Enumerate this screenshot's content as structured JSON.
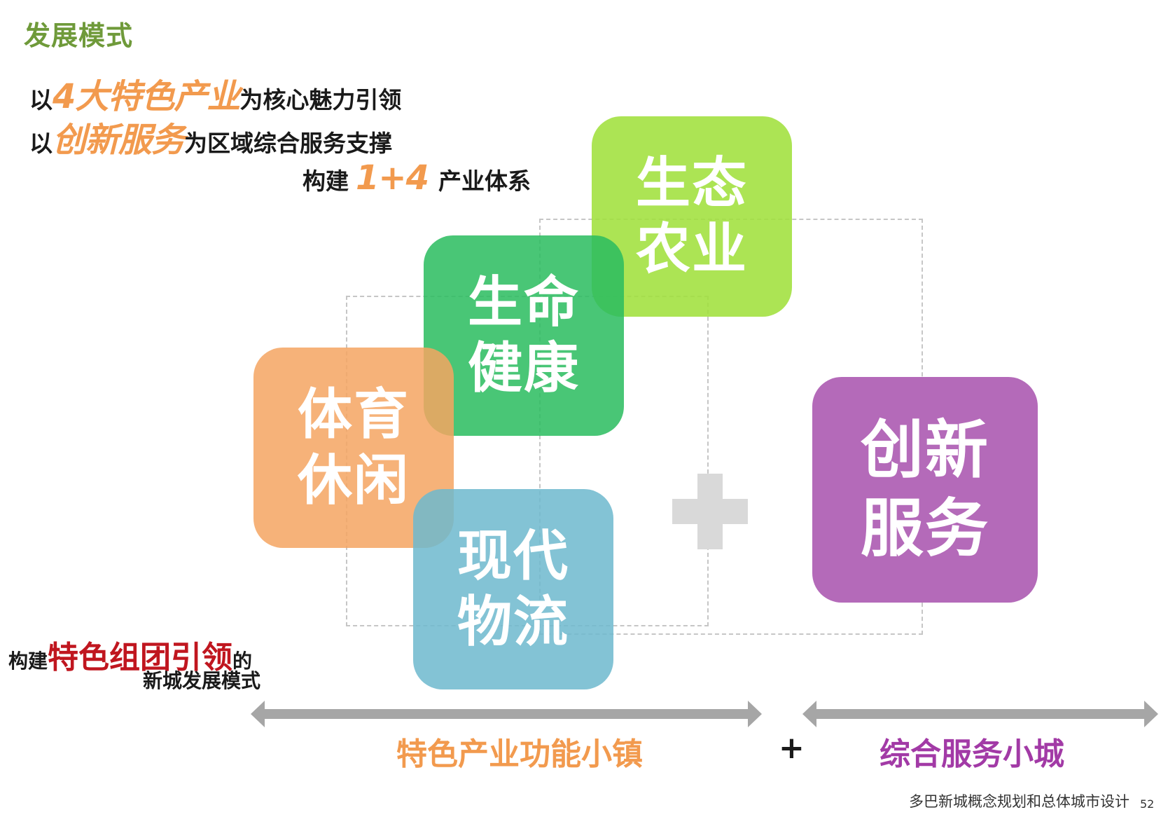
{
  "title": "发展模式",
  "intro": {
    "line1": {
      "pre": "以",
      "highlight": "4大特色产业",
      "post": "为核心魅力引领"
    },
    "line2": {
      "pre": "以",
      "highlight": "创新服务",
      "post": "为区域综合服务支撑"
    },
    "line3": {
      "pre": "构建",
      "highlight": "1+4",
      "post": "产业体系"
    }
  },
  "blocks": {
    "ecology": {
      "line1": "生态",
      "line2": "农业",
      "color": "#a7e04a"
    },
    "health": {
      "line1": "生命",
      "line2": "健康",
      "color": "#44c46e"
    },
    "sports": {
      "line1": "体育",
      "line2": "休闲",
      "color": "#f6ad72"
    },
    "logistics": {
      "line1": "现代",
      "line2": "物流",
      "color": "#7fc3d6"
    },
    "innovation": {
      "line1": "创新",
      "line2": "服务",
      "color": "#b46ab9"
    }
  },
  "side_note": {
    "pre": "构建",
    "highlight": "特色组团引领",
    "post": "的",
    "line2": "新城发展模式"
  },
  "bottom": {
    "left_label": "特色产业功能小镇",
    "plus": "+",
    "right_label": "综合服务小城"
  },
  "footer": {
    "text": "多巴新城概念规划和总体城市设计",
    "page": "52"
  },
  "colors": {
    "title_green": "#6f9a3a",
    "highlight_orange": "#f29a4e",
    "highlight_red": "#c0161f",
    "service_purple": "#a23aa6",
    "arrow_gray": "#a6a6a6",
    "dash_gray": "#c6c6c6"
  }
}
